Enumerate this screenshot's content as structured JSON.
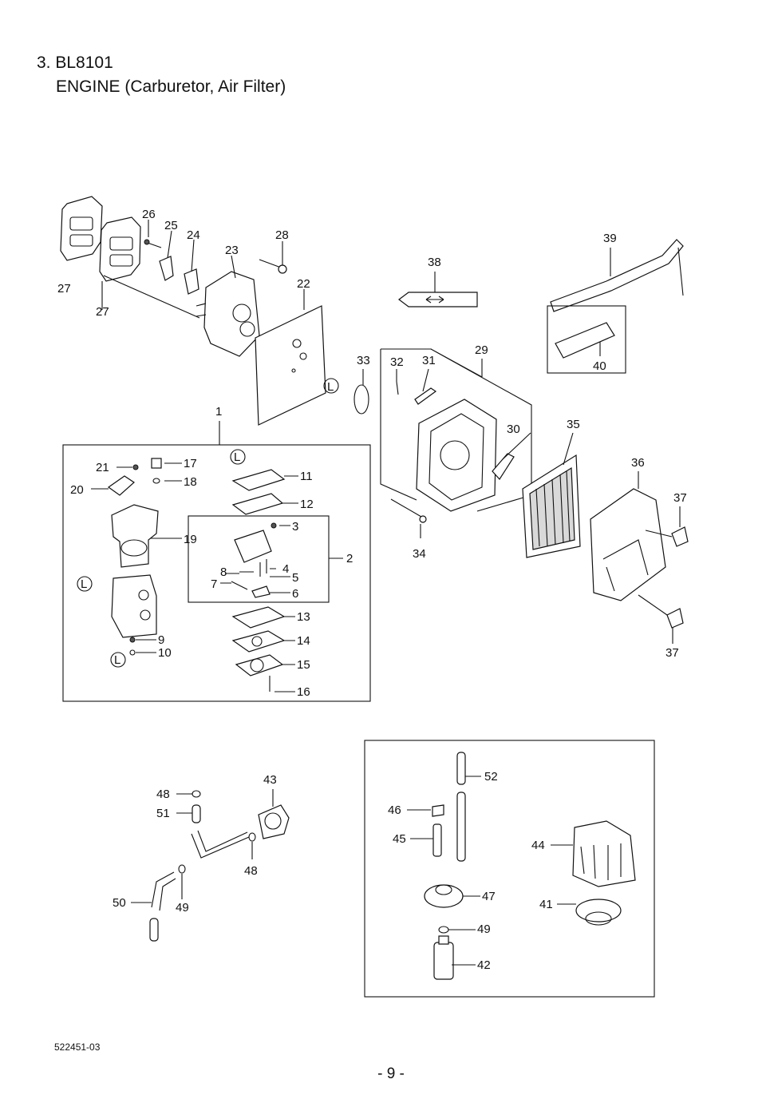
{
  "title": {
    "line1": "3. BL8101",
    "line2": "ENGINE (Carburetor, Air Filter)"
  },
  "callouts": {
    "p1": "1",
    "p2": "2",
    "p3": "3",
    "p4": "4",
    "p5": "5",
    "p6": "6",
    "p7": "7",
    "p8": "8",
    "p9": "9",
    "p10": "10",
    "p11": "11",
    "p12": "12",
    "p13": "13",
    "p14": "14",
    "p15": "15",
    "p16": "16",
    "p17": "17",
    "p18": "18",
    "p19": "19",
    "p20": "20",
    "p21": "21",
    "p22": "22",
    "p23": "23",
    "p24": "24",
    "p25": "25",
    "p26": "26",
    "p27": "27",
    "p28": "28",
    "p29": "29",
    "p30": "30",
    "p31": "31",
    "p32": "32",
    "p33": "33",
    "p34": "34",
    "p35": "35",
    "p36": "36",
    "p37": "37",
    "p38": "38",
    "p39": "39",
    "p40": "40",
    "p41": "41",
    "p42": "42",
    "p43": "43",
    "p44": "44",
    "p45": "45",
    "p46": "46",
    "p47": "47",
    "p48": "48",
    "p49": "49",
    "p50": "50",
    "p51": "51",
    "p52": "52"
  },
  "markers": {
    "ref_letter": "L"
  },
  "footer": {
    "doc_number": "522451-03",
    "page": "- 9 -"
  }
}
